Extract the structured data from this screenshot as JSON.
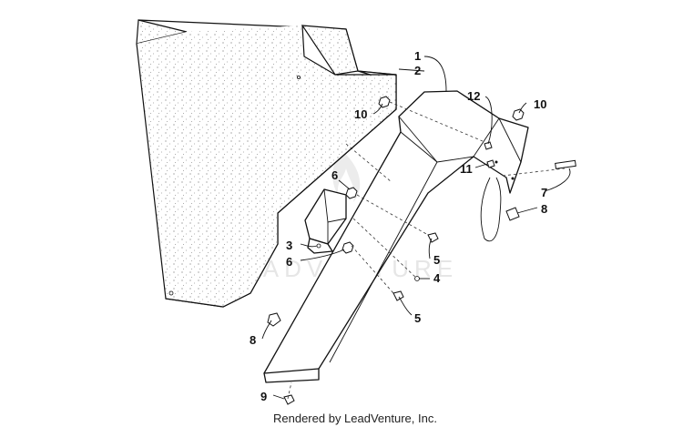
{
  "diagram": {
    "footer": "Rendered by LeadVenture, Inc.",
    "watermark": "LEADVENTURE",
    "callouts": {
      "c1": "1",
      "c2": "2",
      "c3": "3",
      "c4": "4",
      "c5a": "5",
      "c5b": "5",
      "c6a": "6",
      "c6b": "6",
      "c7": "7",
      "c8a": "8",
      "c8b": "8",
      "c9": "9",
      "c10a": "10",
      "c10b": "10",
      "c11": "11",
      "c12": "12"
    }
  }
}
